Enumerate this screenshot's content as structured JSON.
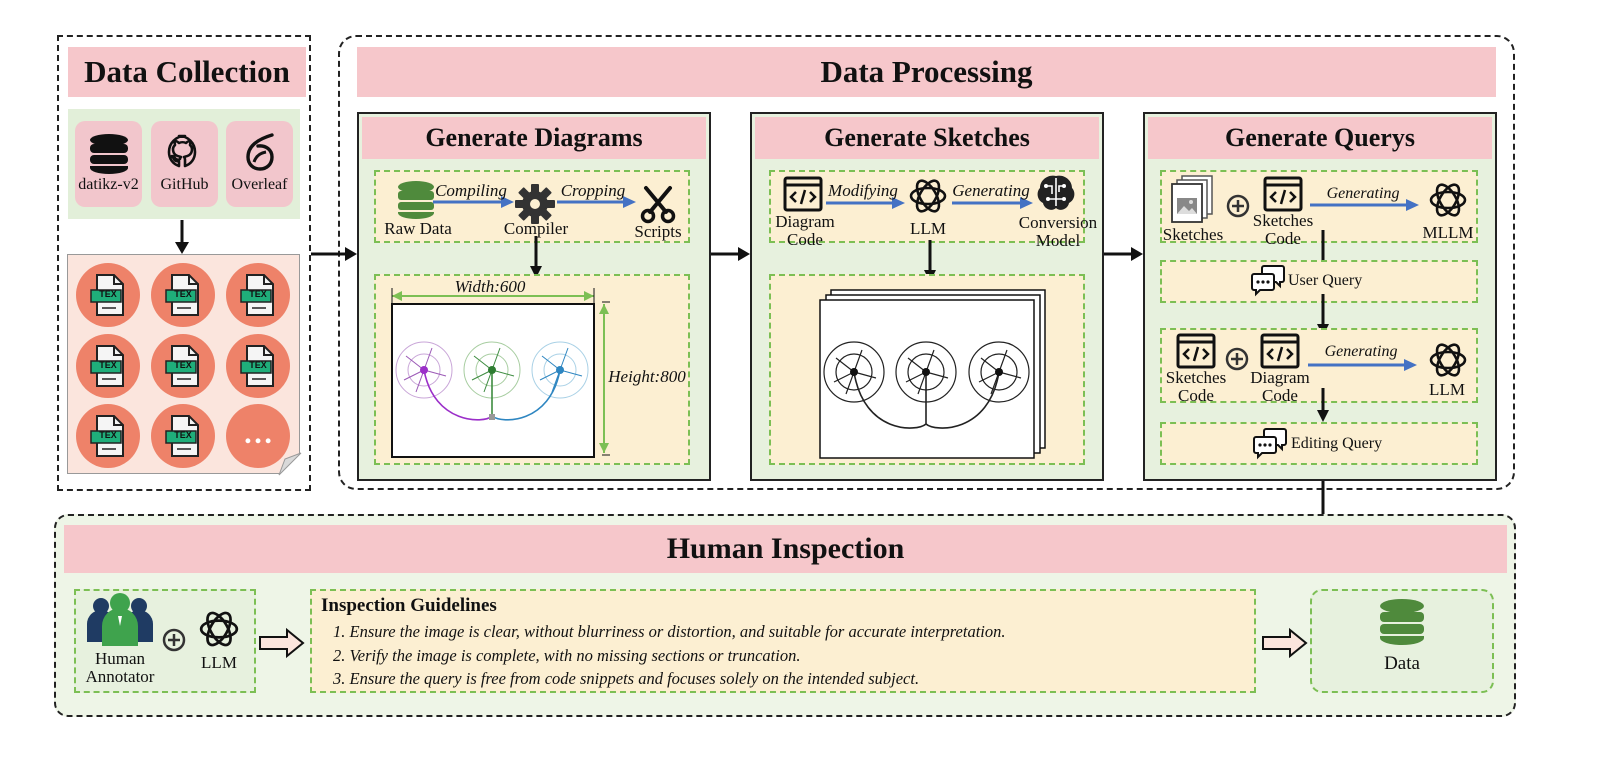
{
  "data_collection": {
    "title": "Data Collection",
    "sources": [
      {
        "label": "datikz-v2",
        "icon": "database-icon"
      },
      {
        "label": "GitHub",
        "icon": "github-icon"
      },
      {
        "label": "Overleaf",
        "icon": "overleaf-icon"
      }
    ],
    "tex_badge": "TEX",
    "more": "…"
  },
  "data_processing": {
    "title": "Data Processing",
    "generate_diagrams": {
      "title": "Generate Diagrams",
      "raw_data": "Raw Data",
      "compiling": "Compiling",
      "compiler": "Compiler",
      "cropping": "Cropping",
      "scripts": "Scripts",
      "width": "Width:600",
      "height": "Height:800"
    },
    "generate_sketches": {
      "title": "Generate Sketches",
      "diagram_code": [
        "Diagram",
        "Code"
      ],
      "modifying": "Modifying",
      "llm": "LLM",
      "generating": "Generating",
      "conversion_model": [
        "Conversion",
        "Model"
      ]
    },
    "generate_querys": {
      "title": "Generate Querys",
      "sketches": "Sketches",
      "sketches_code": [
        "Sketches",
        "Code"
      ],
      "generating_1": "Generating",
      "mllm": "MLLM",
      "user_query": "User Query",
      "sketches_code_2": [
        "Sketches",
        "Code"
      ],
      "diagram_code": [
        "Diagram",
        "Code"
      ],
      "generating_2": "Generating",
      "llm": "LLM",
      "editing_query": "Editing Query"
    }
  },
  "human_inspection": {
    "title": "Human Inspection",
    "human_annotator": [
      "Human",
      "Annotator"
    ],
    "llm": "LLM",
    "guidelines_title": "Inspection Guidelines",
    "guidelines": [
      "1. Ensure the image is clear, without blurriness or distortion, and suitable for accurate interpretation.",
      "2. Verify the image is complete, with no missing sections or truncation.",
      "3. Ensure the query is free from code snippets and focuses solely on the intended subject."
    ],
    "data": "Data"
  },
  "colors": {
    "pink": "#f6c7cb",
    "green_panel": "#e7f1de",
    "cream": "#fcefd2",
    "green_dash": "#7cbf54",
    "db_green": "#4f8a3c",
    "blue_arrow": "#4472c4",
    "tex_orange": "#ee8269",
    "tex_green": "#1fae7a"
  }
}
